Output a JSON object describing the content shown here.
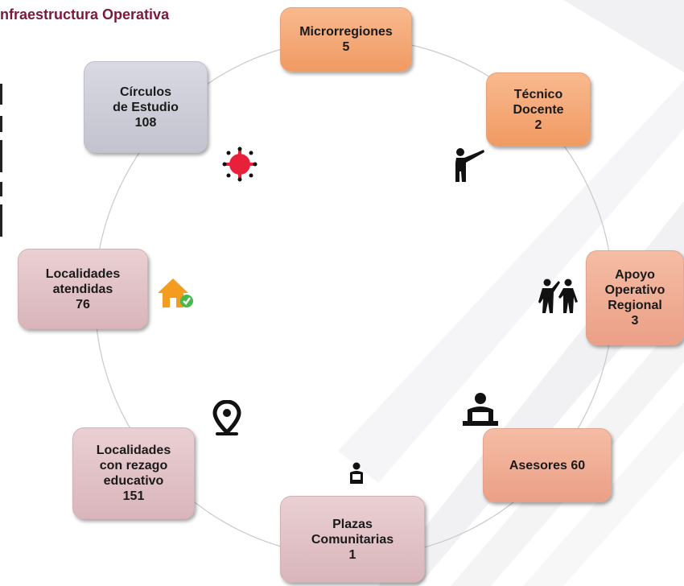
{
  "title": "nfraestructura Operativa",
  "nodes": {
    "microrregiones": "Microrregiones\n5",
    "tecnico_docente": "Técnico\nDocente\n2",
    "apoyo_operativo": "Apoyo\nOperativo\nRegional\n3",
    "asesores": "Asesores 60",
    "plazas": "Plazas\nComunitarias\n1",
    "localidades_rezago": "Localidades\ncon rezago\neducativo\n151",
    "localidades_atendidas": "Localidades\natendidas\n76",
    "circulos": "Círculos\nde Estudio\n108"
  },
  "icons": [
    "teacher-icon",
    "two-people-icon",
    "reader-icon",
    "person-reading-icon",
    "location-pin-icon",
    "house-check-icon",
    "virus-icon"
  ],
  "colors": {
    "title": "#7a1a3a",
    "orange": "#f4a877",
    "salmon": "#efad95",
    "grey": "#cfcfd9",
    "pink": "#e0c2c6"
  }
}
